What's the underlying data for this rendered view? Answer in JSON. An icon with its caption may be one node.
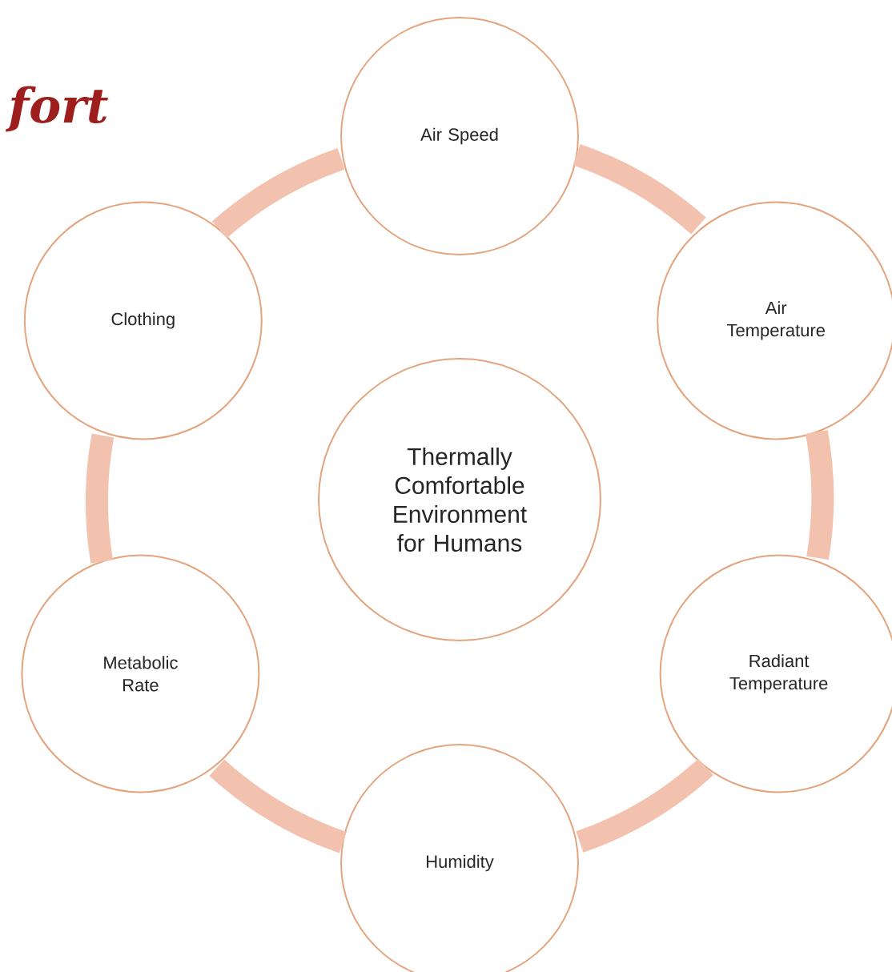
{
  "diagram": {
    "title": "fort",
    "nodes": [
      {
        "text": [
          "Thermally Comfortable Environment for Humans"
        ]
      },
      {
        "text": [
          "Air Speed"
        ]
      },
      {
        "text": [
          "Air Temperature"
        ]
      },
      {
        "text": [
          "Radiant Temperature"
        ]
      },
      {
        "text": [
          "Humidity"
        ]
      },
      {
        "text": [
          "Metabolic Rate"
        ]
      },
      {
        "text": [
          "Clothing"
        ]
      }
    ],
    "edges": [
      {
        "from": 1,
        "to": 2,
        "arrow": "none"
      },
      {
        "from": 2,
        "to": 3,
        "arrow": "none"
      },
      {
        "from": 3,
        "to": 4,
        "arrow": "none"
      },
      {
        "from": 4,
        "to": 5,
        "arrow": "none"
      },
      {
        "from": 5,
        "to": 6,
        "arrow": "none"
      },
      {
        "from": 6,
        "to": 1,
        "arrow": "none"
      }
    ]
  }
}
